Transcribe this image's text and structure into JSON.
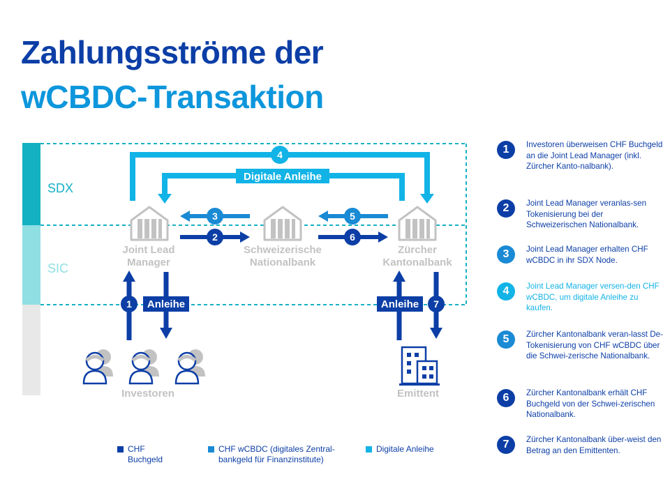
{
  "title": {
    "line1": "Zahlungsströme der",
    "line2": "wCBDC-Transaktion"
  },
  "zones": {
    "sdx": "SDX",
    "sic": "SIC"
  },
  "nodes": {
    "joint_lead_manager": [
      "Joint Lead",
      "Manager"
    ],
    "snb": [
      "Schweizerische",
      "Nationalbank"
    ],
    "zkb": [
      "Zürcher",
      "Kantonalbank"
    ],
    "investoren": "Investoren",
    "emittent": "Emittent"
  },
  "arrow_labels": {
    "digitale_anleihe": "Digitale Anleihe",
    "anleihe_left": "Anleihe",
    "anleihe_right": "Anleihe"
  },
  "step_numbers": [
    "1",
    "2",
    "3",
    "4",
    "5",
    "6",
    "7"
  ],
  "steps": [
    {
      "num": "1",
      "text": "Investoren überweisen CHF Buchgeld an die Joint Lead Manager (inkl. Zürcher Kanto-nalbank).",
      "color": "#0c3ea6"
    },
    {
      "num": "2",
      "text": "Joint Lead Manager veranlas-sen Tokenisierung bei der Schweizerischen Nationalbank.",
      "color": "#0c3ea6"
    },
    {
      "num": "3",
      "text": "Joint Lead Manager erhalten CHF wCBDC in ihr SDX Node.",
      "color": "#1a8ad4"
    },
    {
      "num": "4",
      "text": "Joint Lead Manager versen-den CHF wCBDC, um digitale Anleihe zu kaufen.",
      "color": "#12b3e6"
    },
    {
      "num": "5",
      "text": "Zürcher Kantonalbank veran-lasst De-Tokenisierung von CHF wCBDC über die Schwei-zerische Nationalbank.",
      "color": "#1a8ad4"
    },
    {
      "num": "6",
      "text": "Zürcher Kantonalbank erhält CHF Buchgeld von der Schwei-zerischen Nationalbank.",
      "color": "#0c3ea6"
    },
    {
      "num": "7",
      "text": "Zürcher Kantonalbank über-weist den Betrag an den Emittenten.",
      "color": "#0c3ea6"
    }
  ],
  "legend": [
    {
      "label": "CHF Buchgeld",
      "color": "#0c3ea6"
    },
    {
      "label": "CHF wCBDC (digitales Zentral-\nbankgeld für Finanzinstitute)",
      "color": "#1a8ad4"
    },
    {
      "label": "Digitale Anleihe",
      "color": "#12b3e6"
    }
  ],
  "colors": {
    "buchgeld": "#0c3ea6",
    "wcbdc": "#1a8ad4",
    "anleihe": "#12b3e6",
    "sdx_zone": "#14b1c3",
    "sic_zone": "#8fdfe3",
    "base_zone": "#e8e8e8",
    "node_gray": "#c2c2c2"
  },
  "icons": [
    "bank-building-icon",
    "investor-people-icon",
    "office-building-icon"
  ]
}
